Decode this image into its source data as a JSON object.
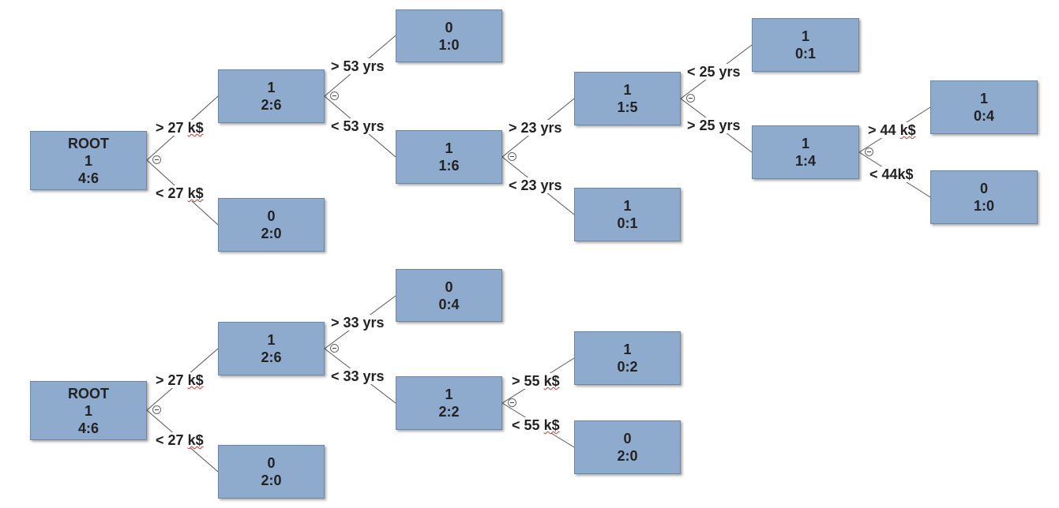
{
  "trees": [
    {
      "nodes": {
        "root": [
          "ROOT",
          "1",
          "4:6"
        ],
        "age_split": [
          "1",
          "2:6"
        ],
        "low_income_leaf": [
          "0",
          "2:0"
        ],
        "old_leaf": [
          "0",
          "1:0"
        ],
        "young_split": [
          "1",
          "1:6"
        ],
        "age23_split": [
          "1",
          "1:5"
        ],
        "age23_leaf": [
          "1",
          "0:1"
        ],
        "age25_leaf": [
          "1",
          "0:1"
        ],
        "income44_split": [
          "1",
          "1:4"
        ],
        "income44_high_leaf": [
          "1",
          "0:4"
        ],
        "income44_low_leaf": [
          "0",
          "1:0"
        ]
      },
      "edges": {
        "gt27": [
          ">",
          "27",
          "k$"
        ],
        "lt27": [
          "<",
          "27",
          "k$"
        ],
        "gt53": "> 53 yrs",
        "lt53": "< 53 yrs",
        "gt23": "> 23 yrs",
        "lt23": "< 23 yrs",
        "lt25": "< 25 yrs",
        "gt25": "> 25 yrs",
        "gt44": [
          ">",
          "44",
          "k$"
        ],
        "lt44": "< 44k$"
      }
    },
    {
      "nodes": {
        "root": [
          "ROOT",
          "1",
          "4:6"
        ],
        "age_split": [
          "1",
          "2:6"
        ],
        "low_income_leaf": [
          "0",
          "2:0"
        ],
        "old_leaf": [
          "0",
          "0:4"
        ],
        "young_split": [
          "1",
          "2:2"
        ],
        "income55_high_leaf": [
          "1",
          "0:2"
        ],
        "income55_low_leaf": [
          "0",
          "2:0"
        ]
      },
      "edges": {
        "gt27": [
          ">",
          "27",
          "k$"
        ],
        "lt27": [
          "<",
          "27",
          "k$"
        ],
        "gt33": "> 33 yrs",
        "lt33": "< 33 yrs",
        "gt55": [
          ">",
          "55",
          "k$"
        ],
        "lt55": [
          "<",
          "55",
          "k$"
        ]
      }
    }
  ],
  "colors": {
    "node_fill": "#8eabcd",
    "node_border": "#6f86a3",
    "connector": "#555555",
    "text": "#222222",
    "spellcheck_underline": "#d43030"
  },
  "icons": {
    "collapse_toggle": "minus-circle-icon"
  }
}
